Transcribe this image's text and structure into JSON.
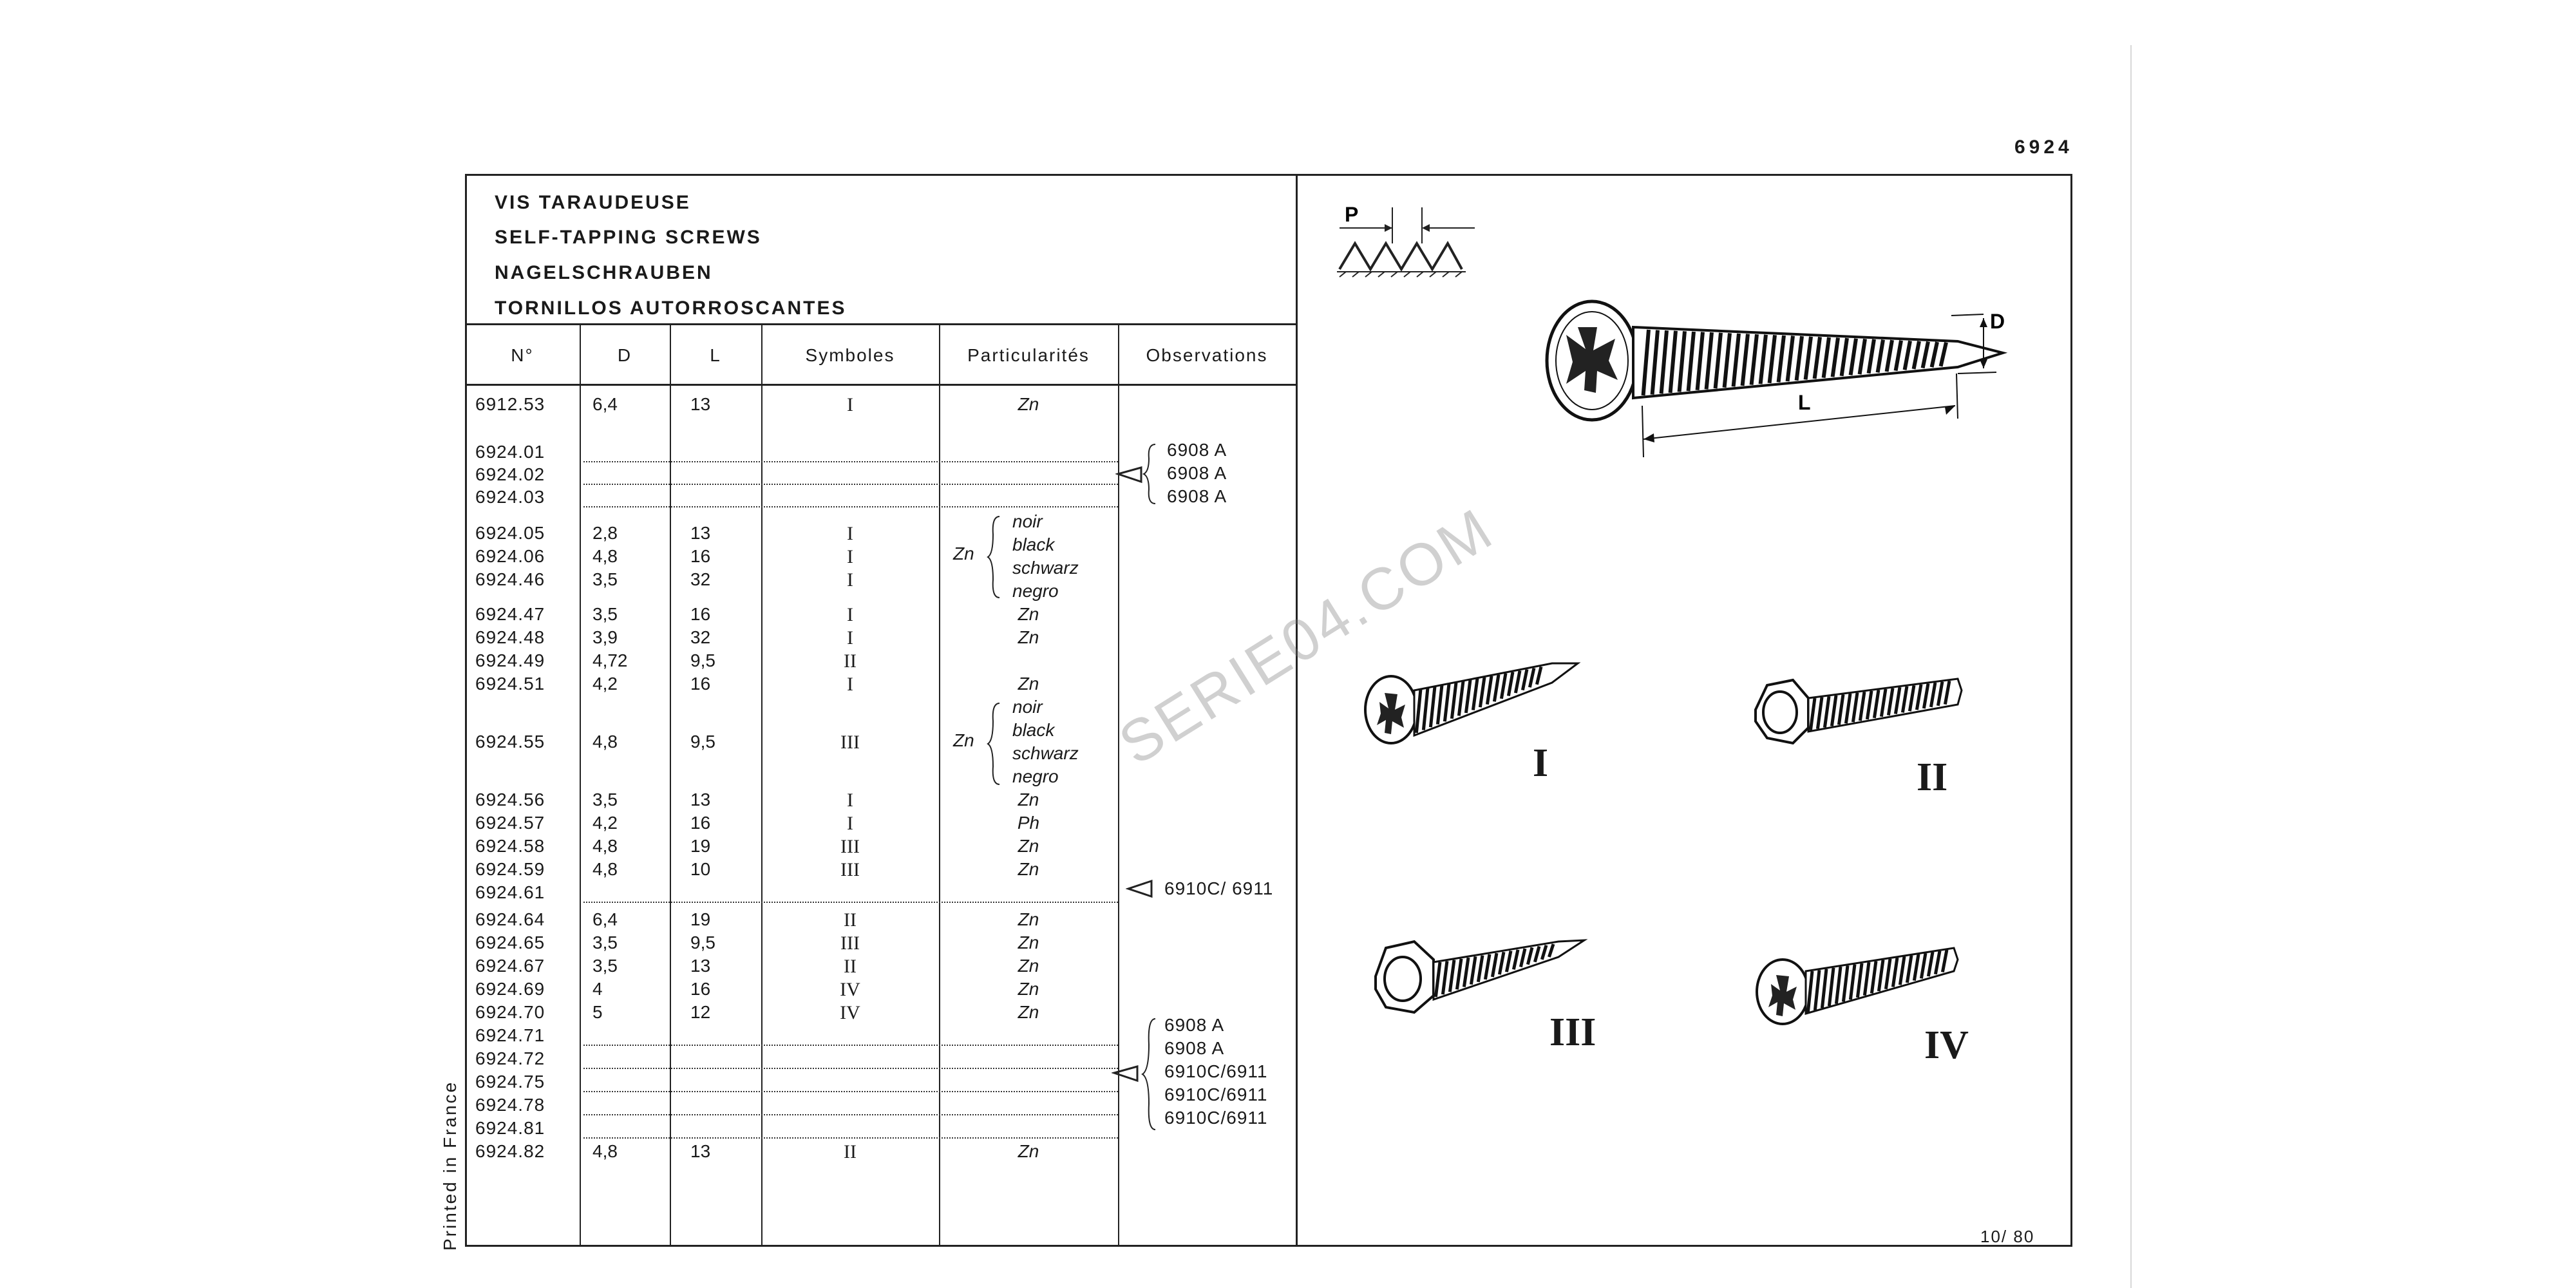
{
  "page_number": "6924",
  "folio": "10/ 80",
  "printed_in": "Printed in France",
  "watermark": "SERIE04.COM",
  "title_lines": [
    "VIS TARAUDEUSE",
    "SELF-TAPPING SCREWS",
    "NAGELSCHRAUBEN",
    "TORNILLOS AUTORROSCANTES"
  ],
  "columns": [
    "N°",
    "D",
    "L",
    "Symboles",
    "Particularités",
    "Observations"
  ],
  "rows": [
    {
      "no": "6912.53",
      "d": "6,4",
      "l": "13",
      "sym": "I",
      "part": "Zn"
    },
    {
      "no": "6924.01",
      "d": "",
      "l": "",
      "sym": "",
      "part": ""
    },
    {
      "no": "6924.02",
      "d": "",
      "l": "",
      "sym": "",
      "part": ""
    },
    {
      "no": "6924.03",
      "d": "",
      "l": "",
      "sym": "",
      "part": ""
    },
    {
      "no": "6924.05",
      "d": "2,8",
      "l": "13",
      "sym": "I",
      "part": ""
    },
    {
      "no": "6924.06",
      "d": "4,8",
      "l": "16",
      "sym": "I",
      "part": ""
    },
    {
      "no": "6924.46",
      "d": "3,5",
      "l": "32",
      "sym": "I",
      "part": ""
    },
    {
      "no": "6924.47",
      "d": "3,5",
      "l": "16",
      "sym": "I",
      "part": "Zn"
    },
    {
      "no": "6924.48",
      "d": "3,9",
      "l": "32",
      "sym": "I",
      "part": "Zn"
    },
    {
      "no": "6924.49",
      "d": "4,72",
      "l": "9,5",
      "sym": "II",
      "part": ""
    },
    {
      "no": "6924.51",
      "d": "4,2",
      "l": "16",
      "sym": "I",
      "part": "Zn"
    },
    {
      "no": "6924.55",
      "d": "4,8",
      "l": "9,5",
      "sym": "III",
      "part": ""
    },
    {
      "no": "6924.56",
      "d": "3,5",
      "l": "13",
      "sym": "I",
      "part": "Zn"
    },
    {
      "no": "6924.57",
      "d": "4,2",
      "l": "16",
      "sym": "I",
      "part": "Ph"
    },
    {
      "no": "6924.58",
      "d": "4,8",
      "l": "19",
      "sym": "III",
      "part": "Zn"
    },
    {
      "no": "6924.59",
      "d": "4,8",
      "l": "10",
      "sym": "III",
      "part": "Zn"
    },
    {
      "no": "6924.61",
      "d": "",
      "l": "",
      "sym": "",
      "part": ""
    },
    {
      "no": "6924.64",
      "d": "6,4",
      "l": "19",
      "sym": "II",
      "part": "Zn"
    },
    {
      "no": "6924.65",
      "d": "3,5",
      "l": "9,5",
      "sym": "III",
      "part": "Zn"
    },
    {
      "no": "6924.67",
      "d": "3,5",
      "l": "13",
      "sym": "II",
      "part": "Zn"
    },
    {
      "no": "6924.69",
      "d": "4",
      "l": "16",
      "sym": "IV",
      "part": "Zn"
    },
    {
      "no": "6924.70",
      "d": "5",
      "l": "12",
      "sym": "IV",
      "part": "Zn"
    },
    {
      "no": "6924.71",
      "d": "",
      "l": "",
      "sym": "",
      "part": ""
    },
    {
      "no": "6924.72",
      "d": "",
      "l": "",
      "sym": "",
      "part": ""
    },
    {
      "no": "6924.75",
      "d": "",
      "l": "",
      "sym": "",
      "part": ""
    },
    {
      "no": "6924.78",
      "d": "",
      "l": "",
      "sym": "",
      "part": ""
    },
    {
      "no": "6924.81",
      "d": "",
      "l": "",
      "sym": "",
      "part": ""
    },
    {
      "no": "6924.82",
      "d": "4,8",
      "l": "13",
      "sym": "II",
      "part": "Zn"
    }
  ],
  "finish_group": {
    "prefix": "Zn",
    "lines": [
      "noir",
      "black",
      "schwarz",
      "negro"
    ]
  },
  "observations": {
    "group_a": [
      "6908 A",
      "6908 A",
      "6908 A"
    ],
    "single": "6910C/ 6911",
    "group_b": [
      "6908 A",
      "6908 A",
      "6910C/6911",
      "6910C/6911",
      "6910C/6911"
    ]
  },
  "diagram": {
    "pitch_label": "P",
    "diameter_label": "D",
    "length_label": "L",
    "types": [
      "I",
      "II",
      "III",
      "IV"
    ]
  }
}
